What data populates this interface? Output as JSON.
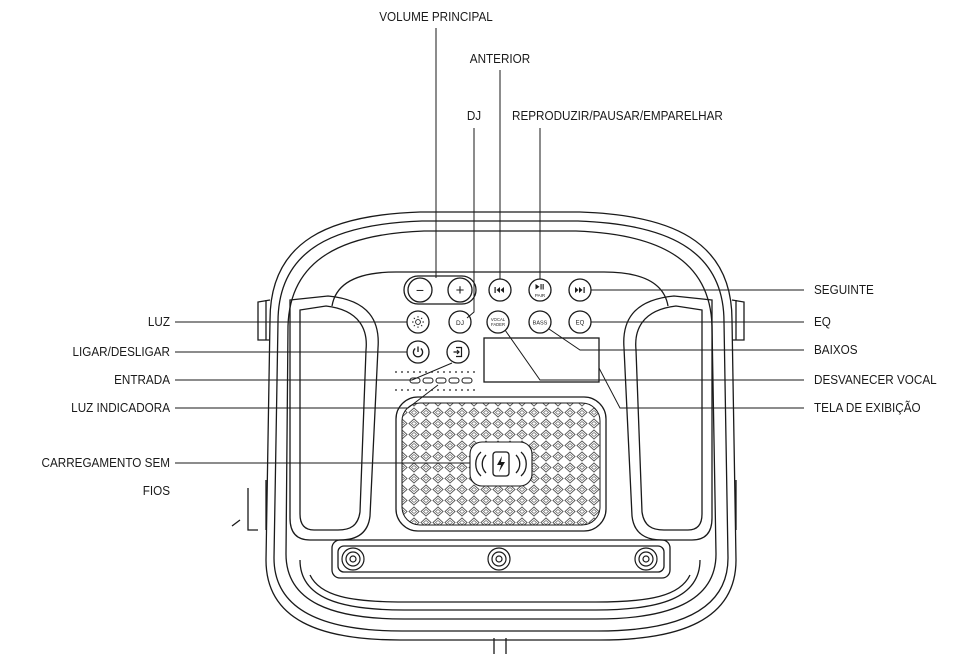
{
  "labels": {
    "volume_principal": "VOLUME PRINCIPAL",
    "anterior": "ANTERIOR",
    "dj": "DJ",
    "reproduzir": "REPRODUZIR/PAUSAR/EMPARELHAR",
    "seguinte": "SEGUINTE",
    "eq": "EQ",
    "baixos": "BAIXOS",
    "desvanecer_vocal": "DESVANECER VOCAL",
    "tela_exibicao": "TELA DE EXIBIÇÃO",
    "luz": "LUZ",
    "ligar_desligar": "LIGAR/DESLIGAR",
    "entrada": "ENTRADA",
    "luz_indicadora": "LUZ INDICADORA",
    "carregamento_line1": "CARREGAMENTO SEM",
    "carregamento_line2": "FIOS"
  },
  "buttons": {
    "minus": "−",
    "plus": "+",
    "dj": "DJ",
    "vocal_1": "VOCAL",
    "vocal_2": "FADER",
    "bass": "BASS",
    "eq": "EQ",
    "pair": "PAIR"
  },
  "colors": {
    "stroke": "#1a1a1a",
    "pattern": "#555555",
    "background": "#ffffff"
  }
}
